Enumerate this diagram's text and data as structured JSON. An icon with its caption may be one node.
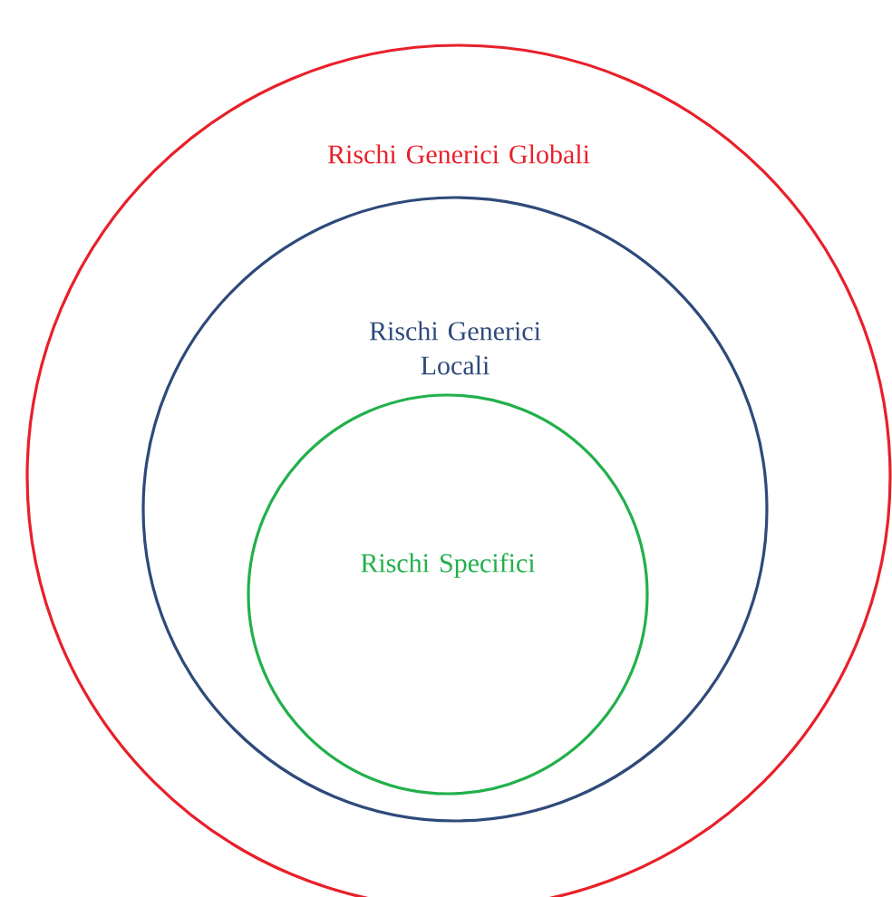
{
  "diagram": {
    "nodes": [
      {
        "text": [
          "Rischi Generici Globali"
        ]
      },
      {
        "text": [
          "Rischi Generici Locali"
        ],
        "in": 0
      },
      {
        "text": [
          "Rischi Specifici"
        ],
        "in": 1
      }
    ]
  }
}
